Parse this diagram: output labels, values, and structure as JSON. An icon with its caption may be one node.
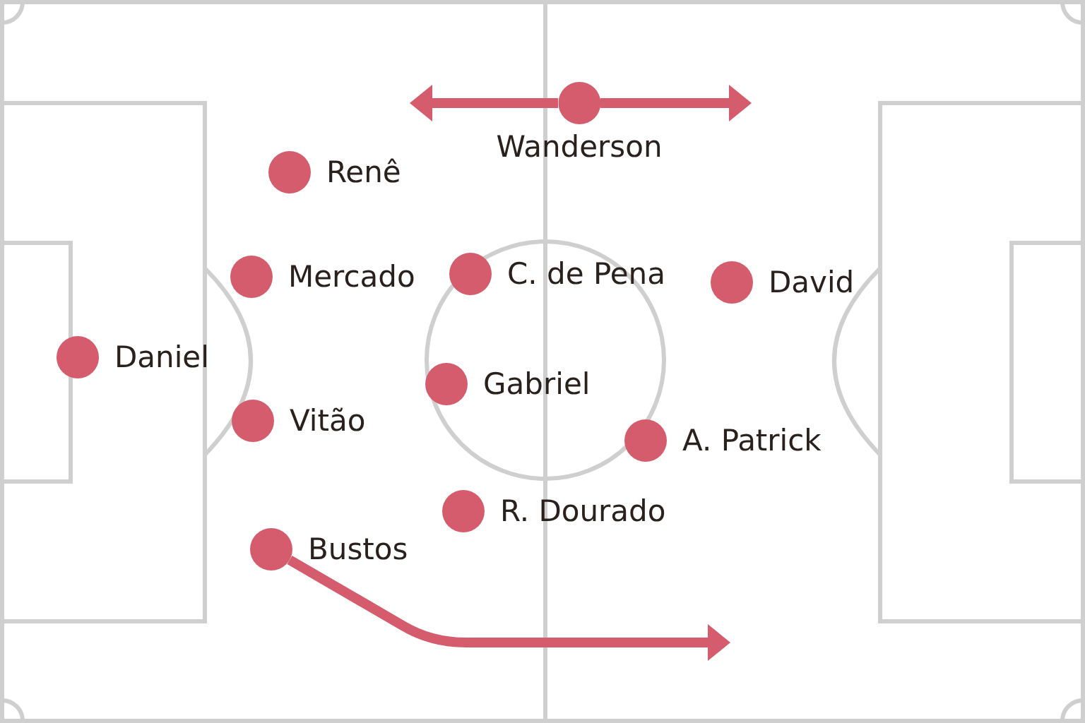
{
  "diagram": {
    "nodes": [
      {
        "text": [],
        "shape": "circle",
        "beside": [
          "Wanderson"
        ]
      },
      {
        "text": [],
        "shape": "circle",
        "beside": [
          "Renê"
        ]
      },
      {
        "text": [],
        "shape": "circle",
        "beside": [
          "Mercado"
        ]
      },
      {
        "text": [],
        "shape": "circle",
        "beside": [
          "C. de Pena"
        ]
      },
      {
        "text": [],
        "shape": "circle",
        "beside": [
          "David"
        ]
      },
      {
        "text": [],
        "shape": "circle",
        "beside": [
          "Daniel"
        ]
      },
      {
        "text": [],
        "shape": "circle",
        "beside": [
          "Gabriel"
        ]
      },
      {
        "text": [],
        "shape": "circle",
        "beside": [
          "Vitão"
        ]
      },
      {
        "text": [],
        "shape": "circle",
        "beside": [
          "A. Patrick"
        ]
      },
      {
        "text": [],
        "shape": "circle",
        "beside": [
          "R. Dourado"
        ]
      },
      {
        "text": [],
        "shape": "circle",
        "beside": [
          "Bustos"
        ]
      }
    ],
    "edges": [
      {
        "from": 0,
        "to": null,
        "arrow": "to"
      },
      {
        "from": 0,
        "to": null,
        "arrow": "to"
      },
      {
        "from": 10,
        "to": null,
        "arrow": "to"
      }
    ]
  }
}
